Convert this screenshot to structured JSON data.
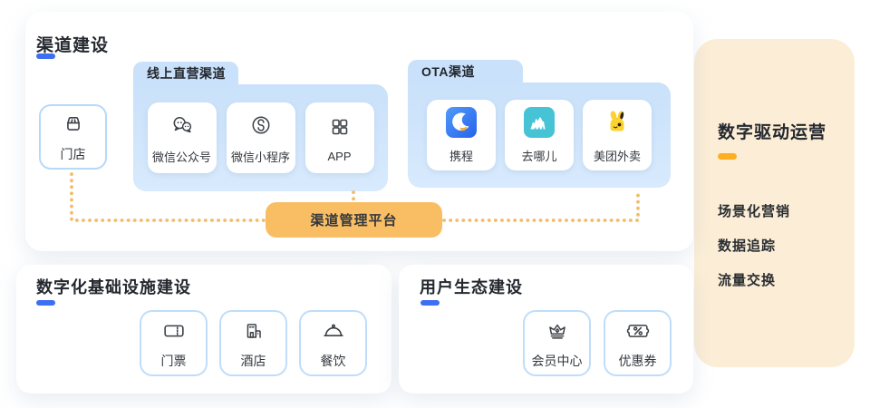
{
  "channel_card": {
    "title": "渠道建设",
    "store": {
      "label": "门店"
    },
    "online_group": {
      "title": "线上直营渠道",
      "items": [
        {
          "label": "微信公众号"
        },
        {
          "label": "微信小程序"
        },
        {
          "label": "APP"
        }
      ]
    },
    "ota_group": {
      "title": "OTA渠道",
      "items": [
        {
          "label": "携程"
        },
        {
          "label": "去哪儿"
        },
        {
          "label": "美团外卖"
        }
      ]
    },
    "platform_button_label": "渠道管理平台"
  },
  "infra_card": {
    "title": "数字化基础设施建设",
    "items": [
      {
        "label": "门票"
      },
      {
        "label": "酒店"
      },
      {
        "label": "餐饮"
      }
    ]
  },
  "user_card": {
    "title": "用户生态建设",
    "items": [
      {
        "label": "会员中心"
      },
      {
        "label": "优惠券"
      }
    ]
  },
  "right_panel": {
    "title": "数字驱动运营",
    "items": [
      {
        "label": "场景化营销"
      },
      {
        "label": "数据追踪"
      },
      {
        "label": "流量交换"
      }
    ]
  },
  "colors": {
    "accent_blue": "#3D6FF2",
    "accent_yellow": "#FFAE1F",
    "button_orange": "#F9BE63",
    "panel_blue": "#C9E1FA",
    "panel_cream": "#FCEED6",
    "connector_dotted": "#F0BD6A",
    "ctrip_blue": "#3478F6",
    "qunar_teal": "#47C3D6",
    "meituan_yellow": "#FBD231"
  }
}
